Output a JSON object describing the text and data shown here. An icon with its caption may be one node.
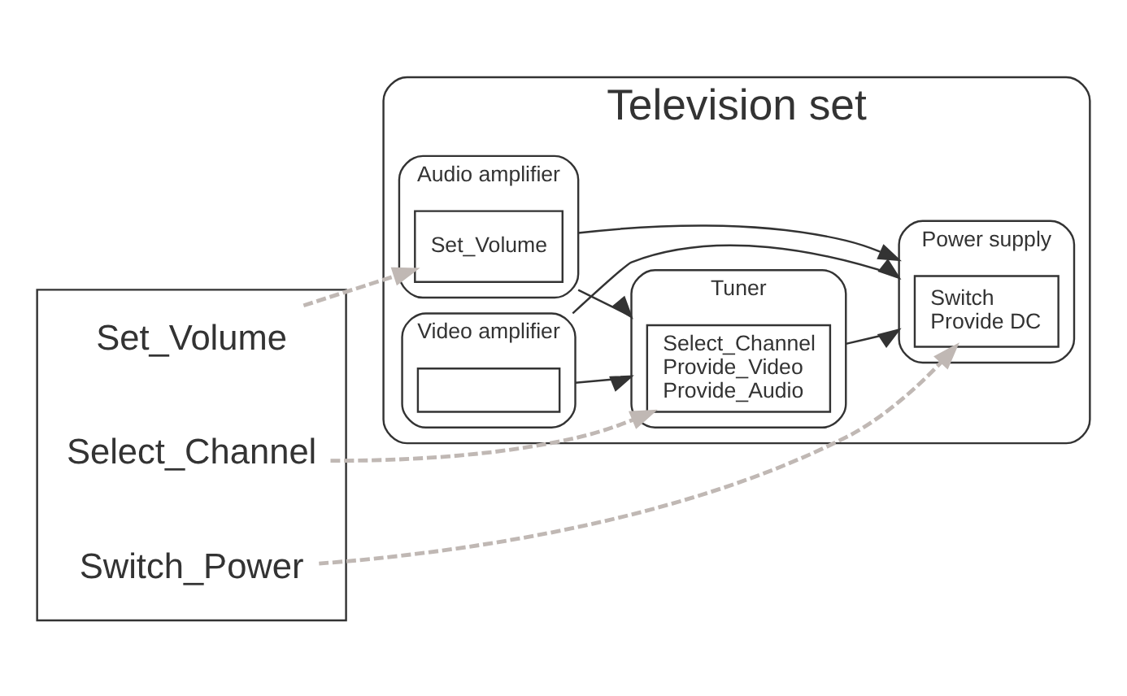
{
  "diagram": {
    "nodes": [
      {
        "text": [
          "Television set"
        ]
      },
      {
        "text": [],
        "shape": "box"
      },
      {
        "text": [
          "Set_Volume"
        ],
        "in": 1
      },
      {
        "text": [
          "Select_Channel"
        ],
        "in": 1
      },
      {
        "text": [
          "Switch_Power"
        ],
        "in": 1
      },
      {
        "text": [
          "Audio amplifier"
        ],
        "in": 0
      },
      {
        "text": [
          "Set_Volume"
        ],
        "in": 5
      },
      {
        "text": [
          "Video amplifier"
        ],
        "in": 0
      },
      {
        "text": [],
        "shape": "box",
        "in": 7
      },
      {
        "text": [
          "Tuner"
        ],
        "in": 0
      },
      {
        "text": [
          "Select_Channel",
          "Provide_Video",
          "Provide_Audio"
        ],
        "in": 9
      },
      {
        "text": [
          "Power supply"
        ],
        "in": 0
      },
      {
        "text": [
          "Switch",
          "Provide DC"
        ],
        "in": 11
      }
    ],
    "edges": [
      {
        "from": 2,
        "to": 6,
        "arrow": "to",
        "style": "dashed",
        "color": "#c0b8b4"
      },
      {
        "from": 3,
        "to": 10,
        "arrow": "to",
        "style": "dashed",
        "color": "#c0b8b4"
      },
      {
        "from": 4,
        "to": 12,
        "arrow": "to",
        "style": "dashed",
        "color": "#c0b8b4"
      },
      {
        "from": 5,
        "to": 9,
        "arrow": "to"
      },
      {
        "from": 5,
        "to": 11,
        "arrow": "to"
      },
      {
        "from": 7,
        "to": 9,
        "arrow": "to"
      },
      {
        "from": 7,
        "to": 11,
        "arrow": "to"
      },
      {
        "from": 9,
        "to": 11,
        "arrow": "to"
      }
    ]
  }
}
